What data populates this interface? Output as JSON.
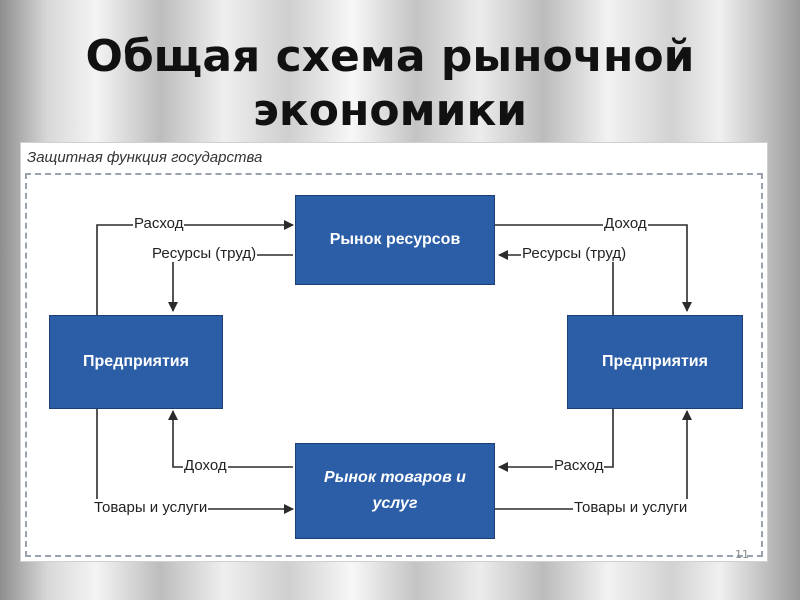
{
  "slide": {
    "title_line1": "Общая схема рыночной",
    "title_line2": "экономики",
    "frame_label": "Защитная функция государства",
    "page_number": "11"
  },
  "nodes": {
    "resource_market": "Рынок ресурсов",
    "goods_market_line1": "Рынок товаров и",
    "goods_market_line2": "услуг",
    "left_enterprise": "Предприятия",
    "right_enterprise": "Предприятия"
  },
  "flows": {
    "left_top_expense": "Расход",
    "left_resources": "Ресурсы (труд)",
    "right_top_income": "Доход",
    "right_resources": "Ресурсы (труд)",
    "left_bottom_income": "Доход",
    "left_goods": "Товары и услуги",
    "right_bottom_expense": "Расход",
    "right_goods": "Товары и услуги"
  },
  "colors": {
    "box_fill": "#2c5ea8",
    "box_text": "#ffffff",
    "arrow": "#2b2b2b",
    "frame_dash": "#9aa3ad"
  }
}
